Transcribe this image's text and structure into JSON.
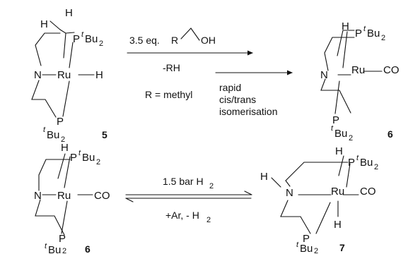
{
  "compounds": {
    "c5": {
      "number": "5",
      "atoms": {
        "h_top": "H",
        "h_left": "H",
        "p_upper": "P",
        "n": "N",
        "ru": "Ru",
        "h_right": "H",
        "p_lower": "P"
      },
      "p_upper_sup": "t",
      "p_upper_label": "Bu",
      "p_upper_sub": "2",
      "p_lower_sup": "t",
      "p_lower_label": "Bu",
      "p_lower_sub": "2"
    },
    "c6_top": {
      "number": "6",
      "atoms": {
        "h": "H",
        "p_upper": "P",
        "n": "N",
        "ru": "Ru",
        "co": "CO",
        "p_lower": "P"
      },
      "p_upper_sup": "t",
      "p_upper_label": "Bu",
      "p_upper_sub": "2",
      "p_lower_sup": "t",
      "p_lower_label": "Bu",
      "p_lower_sub": "2"
    },
    "c6_bottom": {
      "number": "6",
      "atoms": {
        "h": "H",
        "p_upper": "P",
        "n": "N",
        "ru": "Ru",
        "co": "CO",
        "p_lower": "P"
      },
      "p_upper_sup": "t",
      "p_upper_label": "Bu",
      "p_upper_sub": "2",
      "p_lower_sup": "t",
      "p_lower_label": "Bu",
      "p_lower_sub": "2"
    },
    "c7": {
      "number": "7",
      "atoms": {
        "h_top": "H",
        "h_n": "H",
        "p_upper": "P",
        "n": "N",
        "ru": "Ru",
        "co": "CO",
        "h_bottom": "H",
        "p_lower": "P"
      },
      "p_upper_sup": "t",
      "p_upper_label": "Bu",
      "p_upper_sub": "2",
      "p_lower_sup": "t",
      "p_lower_label": "Bu",
      "p_lower_sub": "2"
    }
  },
  "reaction_1": {
    "reagent_eq": "3.5 eq.",
    "reagent_r": "R",
    "reagent_oh": "OH",
    "byproduct": "-RH",
    "r_definition": "R = methyl",
    "note_lines": [
      "rapid",
      "cis/trans",
      "isomerisation"
    ]
  },
  "reaction_2": {
    "forward_label": "1.5 bar H",
    "forward_sub": "2",
    "reverse_label": "+Ar, - H",
    "reverse_sub": "2"
  }
}
